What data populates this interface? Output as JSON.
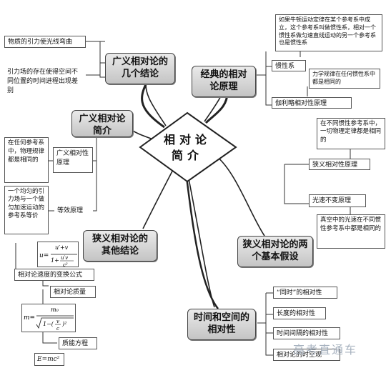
{
  "center": {
    "line1": "相对论",
    "line2": "简介"
  },
  "branch_gr_conclusions": {
    "title": "广义相对论的几个结论",
    "items": [
      "物质的引力使光线弯曲",
      "引力场的存在使得空间不同位置的时间进程出现差别"
    ]
  },
  "branch_classical": {
    "title": "经典的相对论原理",
    "inertial_note": "如果牛顿运动定律在某个参考系中成立，这个参考系叫做惯性系，相对一个惯性系做匀速直线运动的另一个参考系也是惯性系",
    "inertial_label": "惯性系",
    "galileo_note": "力学规律在任何惯性系中都是相同的",
    "galileo_label": "伽利略相对性原理"
  },
  "branch_gr_intro": {
    "title": "广义相对论简介",
    "principle_note": "在任何参考系中，物理规律都是相同的",
    "principle_label": "广义相对性原理",
    "equivalence_note": "一个均匀的引力场与一个做匀加速运动的参考系等价",
    "equivalence_label": "等效原理"
  },
  "branch_sr_postulates": {
    "title": "狭义相对论的两个基本假设",
    "relativity_note": "在不同惯性参考系中，一切物理定律都是相同的",
    "relativity_label": "狭义相对性原理",
    "light_label": "光速不变原理",
    "light_note": "真空中的光速在不同惯性参考系中都是相同的"
  },
  "branch_sr_conclusions": {
    "title": "狭义相对论的其他结论",
    "velocity_label": "相对论速度的变换公式",
    "mass_label": "相对论质量",
    "energy_label": "质能方程",
    "velocity_formula": {
      "lhs": "u=",
      "num": "u′+v",
      "den_a": "1+",
      "den_b": "u′v",
      "den_c": "c²"
    },
    "mass_formula": {
      "lhs": "m=",
      "num": "m₀",
      "v": "v",
      "c": "c"
    },
    "energy_formula": "E=mc²"
  },
  "branch_spacetime": {
    "title": "时间和空间的相对性",
    "items": [
      "“同时”的相对性",
      "长度的相对性",
      "时间间隔的相对性",
      "相对论的时空观"
    ]
  },
  "watermark": "高考直通车"
}
